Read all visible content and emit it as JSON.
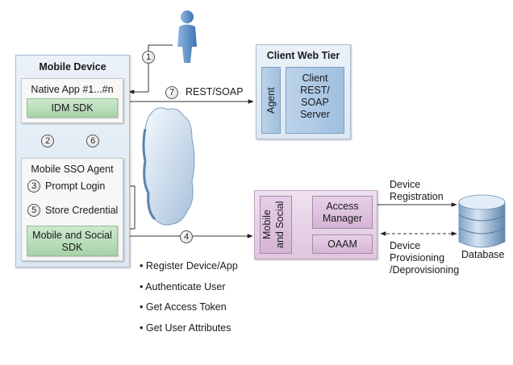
{
  "mobile_device": {
    "title": "Mobile Device",
    "native_app": {
      "label": "Native App #1...#n",
      "sdk": "IDM SDK"
    },
    "sso_agent": {
      "title": "Mobile SSO Agent",
      "steps": [
        {
          "num": "3",
          "label": "Prompt Login"
        },
        {
          "num": "5",
          "label": "Store Credential"
        }
      ],
      "sdk_line1": "Mobile and Social",
      "sdk_line2": "SDK"
    },
    "step_down": "2",
    "step_up": "6"
  },
  "user": {
    "step": "1",
    "icon": "user-icon"
  },
  "rest_soap": {
    "step": "7",
    "label": "REST/SOAP"
  },
  "client_web_tier": {
    "title": "Client Web Tier",
    "agent": "Agent",
    "server_lines": [
      "Client",
      "REST/",
      "SOAP",
      "Server"
    ]
  },
  "cloud": {
    "icon": "cloud-icon"
  },
  "server_tier": {
    "step": "4",
    "mobile_social": [
      "Mobile",
      "and Social"
    ],
    "access_manager": [
      "Access",
      "Manager"
    ],
    "oaam": "OAAM"
  },
  "operations": [
    "Register Device/App",
    "Authenticate User",
    "Get Access Token",
    "Get User Attributes"
  ],
  "device_registration": [
    "Device",
    "Registration"
  ],
  "device_provisioning": [
    "Device",
    "Provisioning",
    "/Deprovisioning"
  ],
  "database": {
    "label": "Database",
    "icon": "database-icon"
  }
}
